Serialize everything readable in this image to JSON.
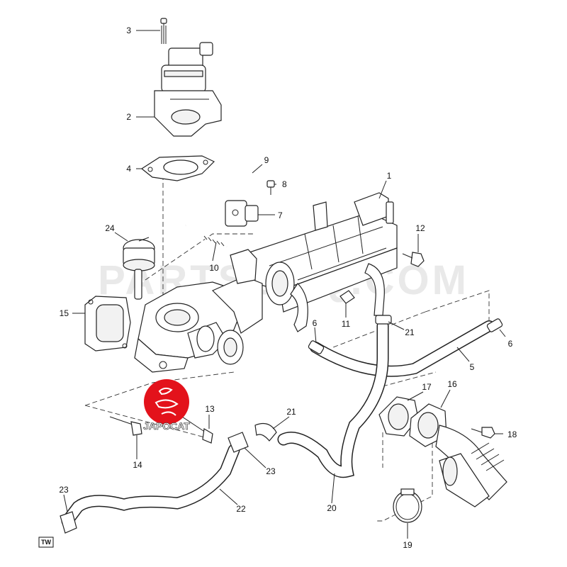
{
  "diagram": {
    "watermark": "PARTSOUQ.COM",
    "corner_tag": "TW",
    "logo": {
      "text": "JAPOCAT",
      "color": "#e3121b"
    },
    "callouts": [
      {
        "id": "c1",
        "label": "1"
      },
      {
        "id": "c2",
        "label": "2"
      },
      {
        "id": "c3",
        "label": "3"
      },
      {
        "id": "c4",
        "label": "4"
      },
      {
        "id": "c5",
        "label": "5"
      },
      {
        "id": "c6a",
        "label": "6"
      },
      {
        "id": "c6b",
        "label": "6"
      },
      {
        "id": "c7",
        "label": "7"
      },
      {
        "id": "c8",
        "label": "8"
      },
      {
        "id": "c9",
        "label": "9"
      },
      {
        "id": "c10",
        "label": "10"
      },
      {
        "id": "c11",
        "label": "11"
      },
      {
        "id": "c12",
        "label": "12"
      },
      {
        "id": "c13",
        "label": "13"
      },
      {
        "id": "c14",
        "label": "14"
      },
      {
        "id": "c15",
        "label": "15"
      },
      {
        "id": "c16",
        "label": "16"
      },
      {
        "id": "c17",
        "label": "17"
      },
      {
        "id": "c18",
        "label": "18"
      },
      {
        "id": "c19",
        "label": "19"
      },
      {
        "id": "c20",
        "label": "20"
      },
      {
        "id": "c21a",
        "label": "21"
      },
      {
        "id": "c21b",
        "label": "21"
      },
      {
        "id": "c22",
        "label": "22"
      },
      {
        "id": "c23a",
        "label": "23"
      },
      {
        "id": "c23b",
        "label": "23"
      },
      {
        "id": "c24",
        "label": "24"
      }
    ]
  }
}
